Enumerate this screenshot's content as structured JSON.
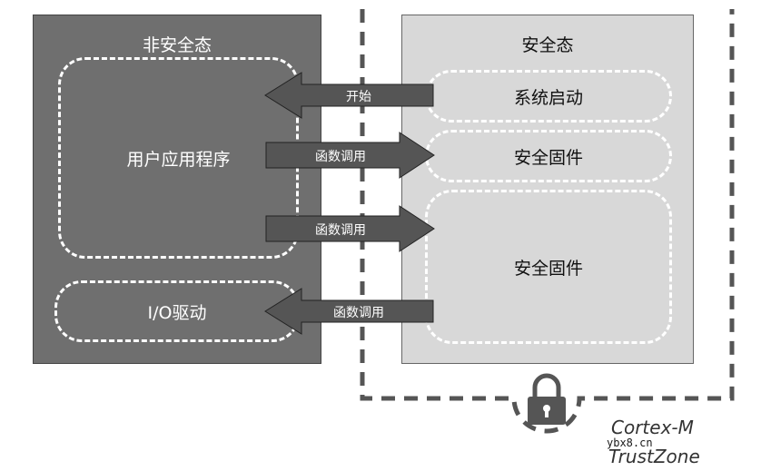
{
  "nonsecure": {
    "title": "非安全态",
    "user_app": "用户应用程序",
    "io_driver": "I/O驱动"
  },
  "secure": {
    "title": "安全态",
    "boot": "系统启动",
    "firmware_1": "安全固件",
    "firmware_2": "安全固件"
  },
  "arrows": {
    "start": "开始",
    "call_1": "函数调用",
    "call_2": "函数调用",
    "call_3": "函数调用"
  },
  "brand": {
    "line1": "Cortex-M",
    "line2": "TrustZone"
  },
  "watermark": "ybx8.cn",
  "colors": {
    "nonsecure_fill": "#6f6f6f",
    "secure_fill": "#d8d8d8",
    "arrow_fill": "#555555"
  }
}
